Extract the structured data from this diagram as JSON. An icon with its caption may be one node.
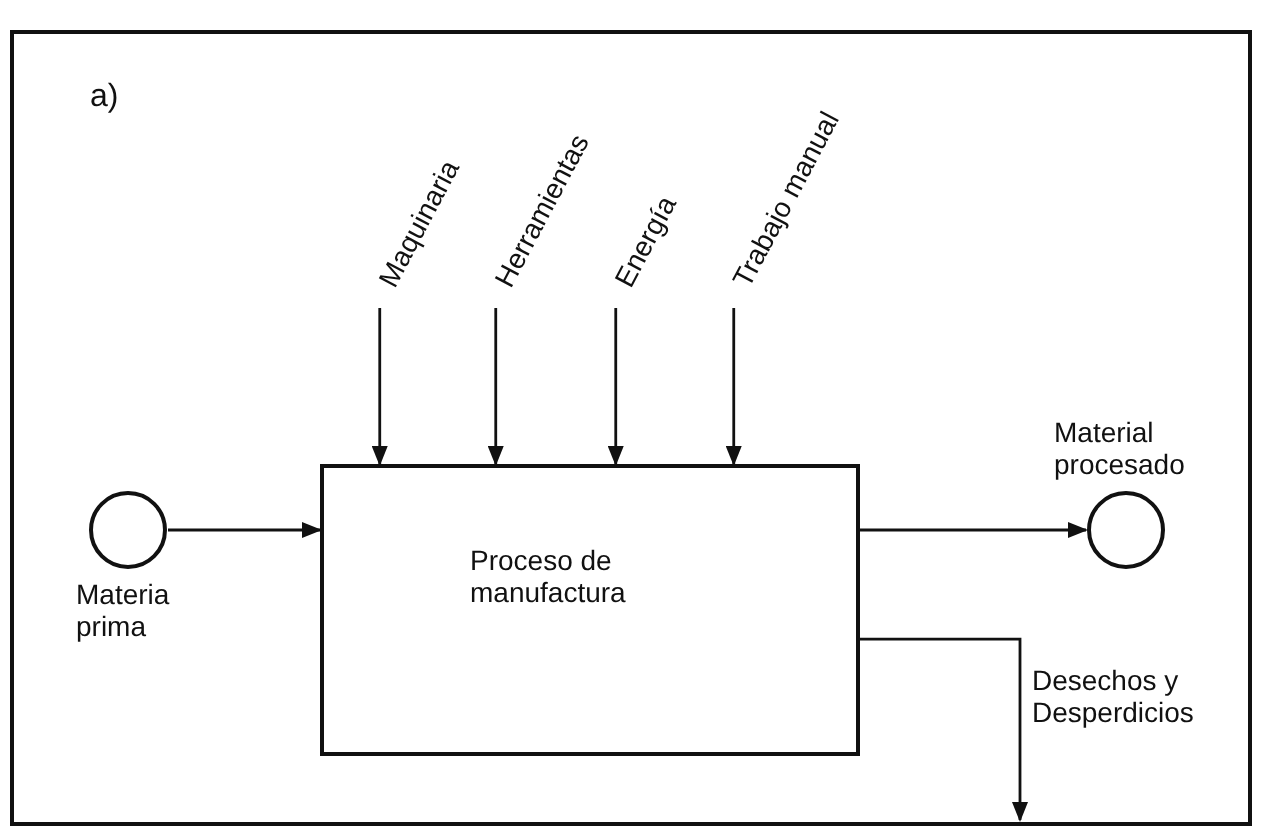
{
  "diagram": {
    "nodes": [
      {
        "text": [
          "Maquinaria"
        ]
      },
      {
        "text": [
          "Herramientas"
        ]
      },
      {
        "text": [
          "Energía"
        ]
      },
      {
        "text": [
          "Trabajo manual"
        ]
      },
      {
        "text": [],
        "shape": "circle",
        "beside": [
          "Materia prima"
        ]
      },
      {
        "text": [
          "Proceso de manufactura"
        ]
      },
      {
        "text": [],
        "shape": "circle",
        "beside": [
          "Material procesado"
        ]
      }
    ],
    "edges": [
      {
        "from": 0,
        "to": 5,
        "arrow": "to"
      },
      {
        "from": 1,
        "to": 5,
        "arrow": "to"
      },
      {
        "from": 2,
        "to": 5,
        "arrow": "to"
      },
      {
        "from": 3,
        "to": 5,
        "arrow": "to"
      },
      {
        "from": 4,
        "to": 5,
        "arrow": "to"
      },
      {
        "from": 5,
        "to": 6,
        "arrow": "to"
      },
      {
        "from": 5,
        "to": null,
        "arrow": "to",
        "label": "Desechos y Desperdicios"
      }
    ],
    "labels": [
      "a)"
    ]
  }
}
